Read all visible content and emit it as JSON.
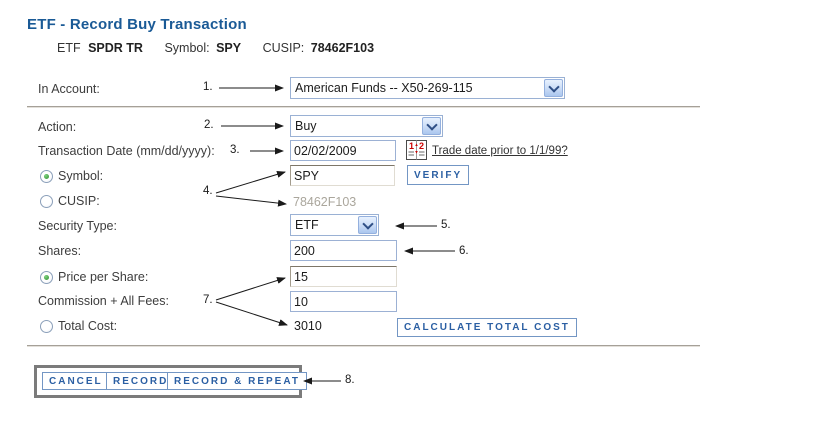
{
  "page": {
    "title": "ETF - Record Buy Transaction"
  },
  "instrument": {
    "type_label": "ETF",
    "name": "SPDR TR",
    "symbol_label": "Symbol:",
    "symbol": "SPY",
    "cusip_label": "CUSIP:",
    "cusip": "78462F103"
  },
  "form": {
    "in_account": {
      "label": "In Account:",
      "value": "American Funds -- X50-269-115"
    },
    "action": {
      "label": "Action:",
      "value": "Buy"
    },
    "transaction_date": {
      "label": "Transaction Date (mm/dd/yyyy):",
      "value": "02/02/2009",
      "link": "Trade date prior to 1/1/99?",
      "calendar_icon": "calendar-icon"
    },
    "symbol": {
      "label": "Symbol:",
      "value": "SPY",
      "verify_label": "VERIFY",
      "selected": true
    },
    "cusip": {
      "label": "CUSIP:",
      "value": "78462F103",
      "selected": false
    },
    "security_type": {
      "label": "Security Type:",
      "value": "ETF"
    },
    "shares": {
      "label": "Shares:",
      "value": "200"
    },
    "price_per_share": {
      "label": "Price per Share:",
      "value": "15",
      "selected": true
    },
    "commission": {
      "label": "Commission + All Fees:",
      "value": "10"
    },
    "total_cost": {
      "label": "Total Cost:",
      "value": "3010",
      "selected": false,
      "calc_label": "CALCULATE TOTAL COST"
    }
  },
  "buttons": {
    "cancel": "CANCEL",
    "record": "RECORD",
    "record_repeat": "RECORD & REPEAT"
  },
  "annotations": {
    "n1": "1.",
    "n2": "2.",
    "n3": "3.",
    "n4": "4.",
    "n5": "5.",
    "n6": "6.",
    "n7": "7.",
    "n8": "8."
  },
  "colors": {
    "title_blue": "#1a5a96",
    "button_blue": "#2b5fa3",
    "input_border_blue": "#9cb1d4",
    "divider_gray": "#a5a098",
    "cusip_gray": "#aaa69c",
    "radio_green": "#2f8f2f",
    "calendar_red": "#cc0000"
  }
}
